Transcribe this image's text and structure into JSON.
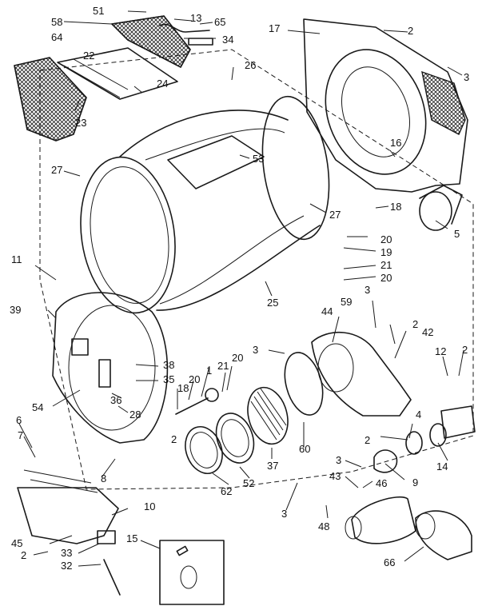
{
  "callouts": [
    {
      "id": "c51",
      "text": "51"
    },
    {
      "id": "c13",
      "text": "13"
    },
    {
      "id": "c65",
      "text": "65"
    },
    {
      "id": "c58",
      "text": "58"
    },
    {
      "id": "c64",
      "text": "64"
    },
    {
      "id": "c34",
      "text": "34"
    },
    {
      "id": "c17",
      "text": "17"
    },
    {
      "id": "c2a",
      "text": "2"
    },
    {
      "id": "c22",
      "text": "22"
    },
    {
      "id": "c26",
      "text": "26"
    },
    {
      "id": "c3a",
      "text": "3"
    },
    {
      "id": "c24",
      "text": "24"
    },
    {
      "id": "c23",
      "text": "23"
    },
    {
      "id": "c16",
      "text": "16"
    },
    {
      "id": "c53",
      "text": "53"
    },
    {
      "id": "c27a",
      "text": "27"
    },
    {
      "id": "c27b",
      "text": "27"
    },
    {
      "id": "c18a",
      "text": "18"
    },
    {
      "id": "c5",
      "text": "5"
    },
    {
      "id": "c20a",
      "text": "20"
    },
    {
      "id": "c19",
      "text": "19"
    },
    {
      "id": "c11",
      "text": "11"
    },
    {
      "id": "c21a",
      "text": "21"
    },
    {
      "id": "c20b",
      "text": "20"
    },
    {
      "id": "c25",
      "text": "25"
    },
    {
      "id": "c39",
      "text": "39"
    },
    {
      "id": "c3b",
      "text": "3"
    },
    {
      "id": "c59",
      "text": "59"
    },
    {
      "id": "c44",
      "text": "44"
    },
    {
      "id": "c2b",
      "text": "2"
    },
    {
      "id": "c42",
      "text": "42"
    },
    {
      "id": "c3c",
      "text": "3"
    },
    {
      "id": "c12",
      "text": "12"
    },
    {
      "id": "c2c",
      "text": "2"
    },
    {
      "id": "c20c",
      "text": "20"
    },
    {
      "id": "c21b",
      "text": "21"
    },
    {
      "id": "c38",
      "text": "38"
    },
    {
      "id": "c1",
      "text": "1"
    },
    {
      "id": "c35",
      "text": "35"
    },
    {
      "id": "c20d",
      "text": "20"
    },
    {
      "id": "c18b",
      "text": "18"
    },
    {
      "id": "c54",
      "text": "54"
    },
    {
      "id": "c36",
      "text": "36"
    },
    {
      "id": "c28",
      "text": "28"
    },
    {
      "id": "c6",
      "text": "6"
    },
    {
      "id": "c4",
      "text": "4"
    },
    {
      "id": "c2d",
      "text": "2"
    },
    {
      "id": "c7",
      "text": "7"
    },
    {
      "id": "c2e",
      "text": "2"
    },
    {
      "id": "c14",
      "text": "14"
    },
    {
      "id": "c37",
      "text": "37"
    },
    {
      "id": "c60",
      "text": "60"
    },
    {
      "id": "c3d",
      "text": "3"
    },
    {
      "id": "c8",
      "text": "8"
    },
    {
      "id": "c9",
      "text": "9"
    },
    {
      "id": "c62",
      "text": "62"
    },
    {
      "id": "c52",
      "text": "52"
    },
    {
      "id": "c43",
      "text": "43"
    },
    {
      "id": "c46",
      "text": "46"
    },
    {
      "id": "c3e",
      "text": "3"
    },
    {
      "id": "c10",
      "text": "10"
    },
    {
      "id": "c48",
      "text": "48"
    },
    {
      "id": "c45",
      "text": "45"
    },
    {
      "id": "c15",
      "text": "15"
    },
    {
      "id": "c66",
      "text": "66"
    },
    {
      "id": "c2f",
      "text": "2"
    },
    {
      "id": "c33",
      "text": "33"
    },
    {
      "id": "c32",
      "text": "32"
    }
  ]
}
